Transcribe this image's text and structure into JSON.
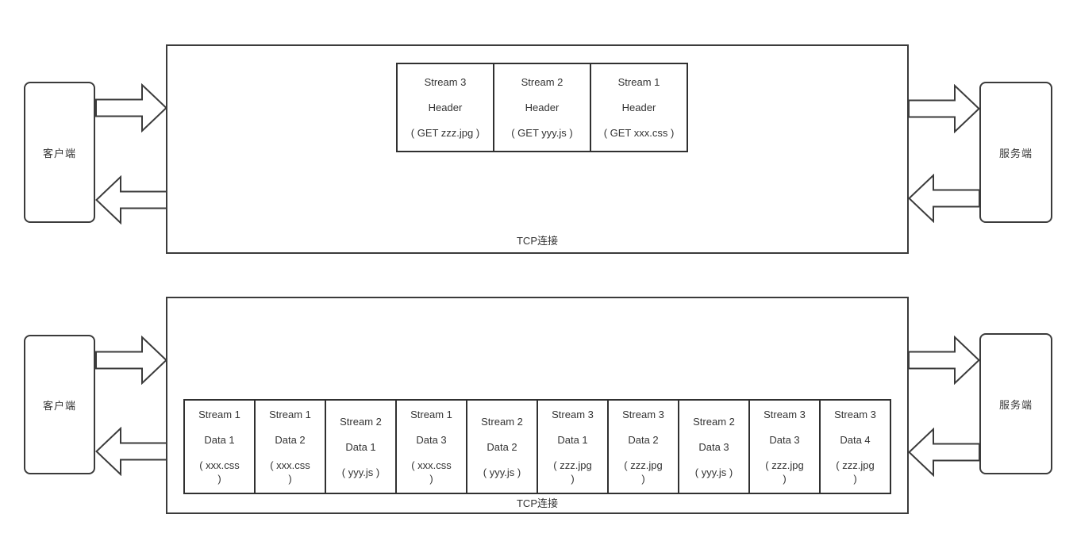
{
  "colors": {
    "line": "#3b3b3b",
    "text": "#333333",
    "background": "#ffffff"
  },
  "top_diagram": {
    "client_label": "客户端",
    "server_label": "服务端",
    "connection_label": "TCP连接",
    "frames": [
      {
        "stream": "Stream 3",
        "kind": "Header",
        "detail": "( GET zzz.jpg )"
      },
      {
        "stream": "Stream 2",
        "kind": "Header",
        "detail": "( GET yyy.js )"
      },
      {
        "stream": "Stream 1",
        "kind": "Header",
        "detail": "( GET xxx.css )"
      }
    ]
  },
  "bottom_diagram": {
    "client_label": "客户端",
    "server_label": "服务端",
    "connection_label": "TCP连接",
    "frames": [
      {
        "stream": "Stream 1",
        "kind": "Data 1",
        "detail": "( xxx.css )"
      },
      {
        "stream": "Stream 1",
        "kind": "Data 2",
        "detail": "( xxx.css )"
      },
      {
        "stream": "Stream 2",
        "kind": "Data 1",
        "detail": "( yyy.js )"
      },
      {
        "stream": "Stream 1",
        "kind": "Data 3",
        "detail": "( xxx.css )"
      },
      {
        "stream": "Stream 2",
        "kind": "Data 2",
        "detail": "( yyy.js )"
      },
      {
        "stream": "Stream 3",
        "kind": "Data 1",
        "detail": "( zzz.jpg )"
      },
      {
        "stream": "Stream 3",
        "kind": "Data 2",
        "detail": "( zzz.jpg )"
      },
      {
        "stream": "Stream 2",
        "kind": "Data 3",
        "detail": "( yyy.js )"
      },
      {
        "stream": "Stream 3",
        "kind": "Data 3",
        "detail": "( zzz.jpg )"
      },
      {
        "stream": "Stream 3",
        "kind": "Data 4",
        "detail": "( zzz.jpg )"
      }
    ]
  }
}
